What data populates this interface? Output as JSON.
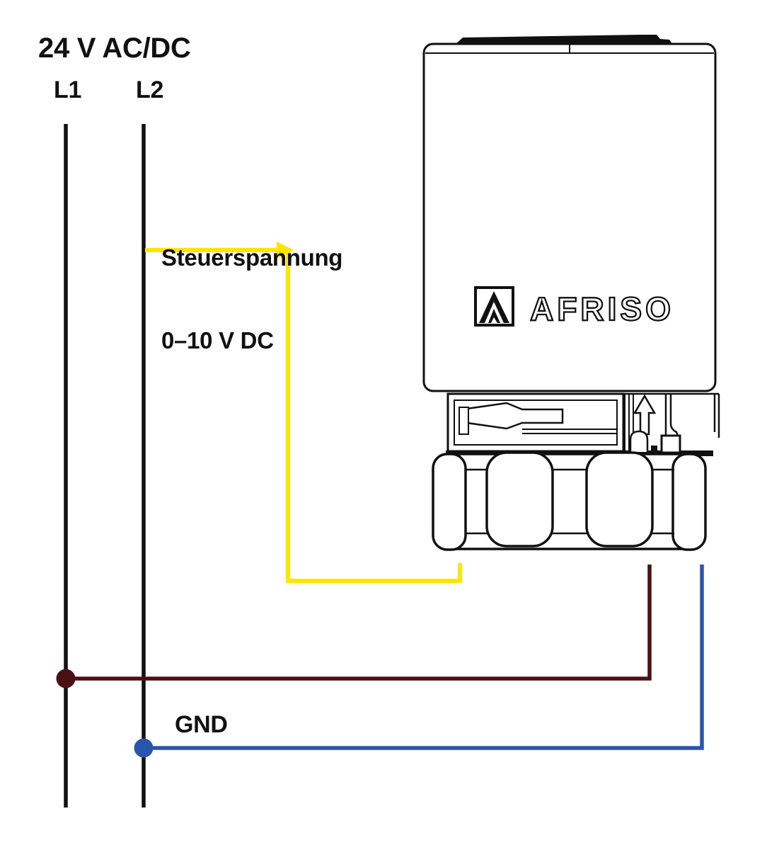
{
  "diagram": {
    "title": "24 V AC/DC",
    "power_lines": {
      "l1_label": "L1",
      "l2_label": "L2"
    },
    "control_signal": {
      "line1": "Steuerspannung",
      "line2": "0–10 V DC"
    },
    "ground": {
      "label": "GND"
    },
    "device": {
      "brand": "AFRISO"
    },
    "colors": {
      "supply_line": "#111111",
      "signal_wire": "#FFE500",
      "live_wire": "#4A1013",
      "ground_wire": "#2A55AC",
      "text": "#111111"
    }
  }
}
